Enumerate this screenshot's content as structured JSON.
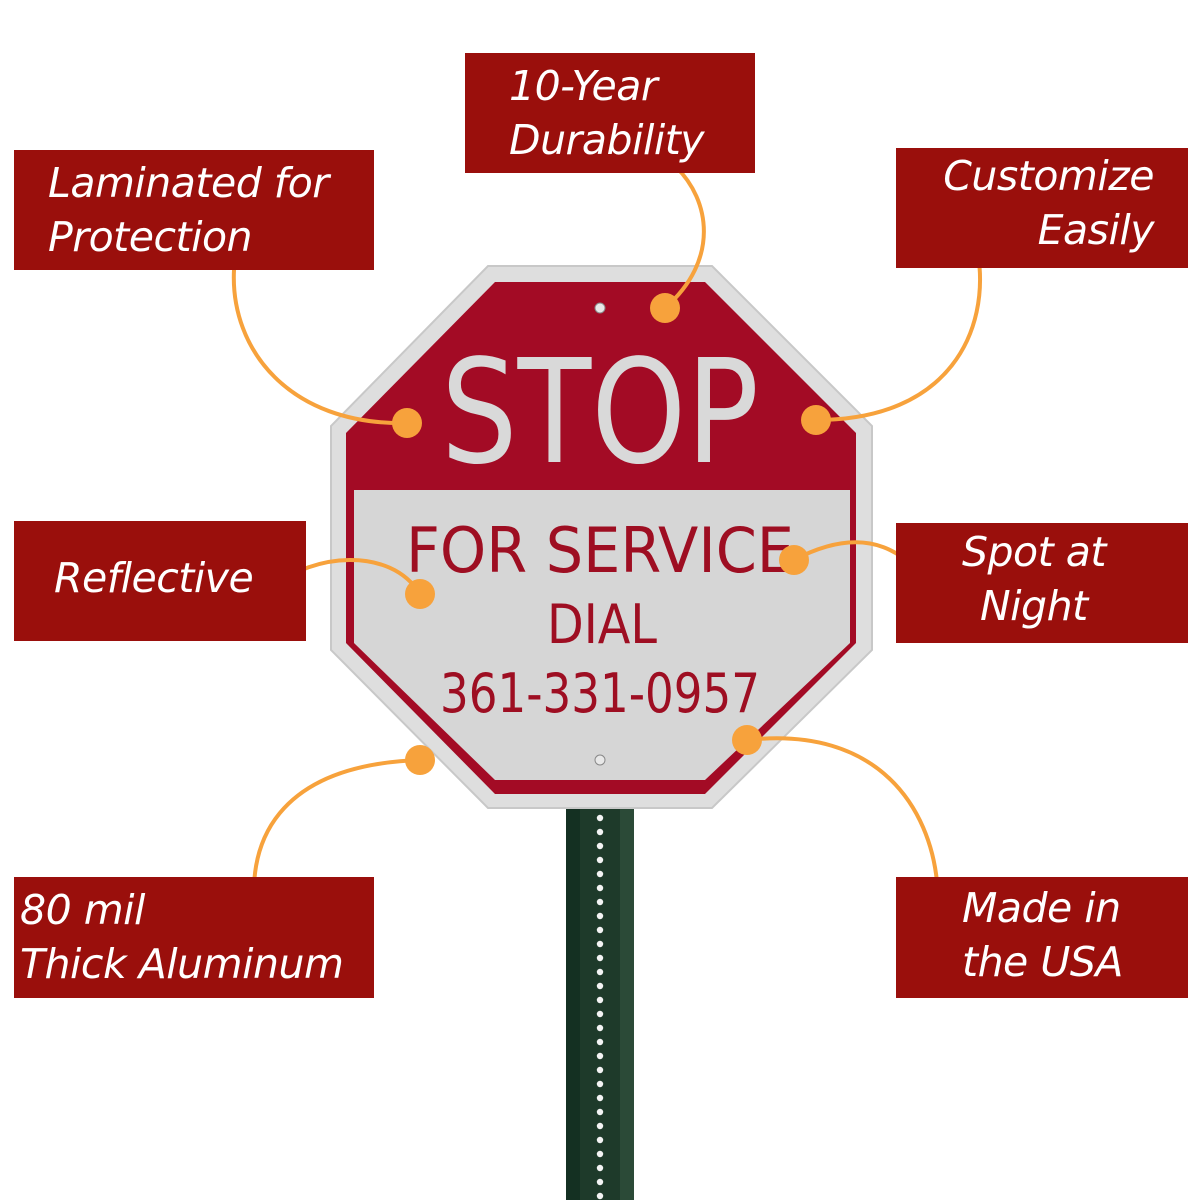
{
  "sign": {
    "title": "STOP",
    "line1": "FOR SERVICE",
    "line2": "DIAL",
    "phone": "361-331-0957"
  },
  "callouts": {
    "durability": [
      "10-Year",
      "Durability"
    ],
    "laminated": [
      "Laminated for",
      "Protection"
    ],
    "customize": [
      "Customize",
      "Easily"
    ],
    "reflective": [
      "Reflective"
    ],
    "spot": [
      "Spot at",
      "Night"
    ],
    "aluminum": [
      "80 mil",
      "Thick Aluminum"
    ],
    "usa": [
      "Made in",
      "the USA"
    ]
  },
  "colors": {
    "callout_bg": "#9a0f0c",
    "sign_red": "#a30b25",
    "sign_border": "#d9d9d9",
    "sign_panel": "#d4d4d4",
    "connector_orange": "#f7a23c",
    "post_green": "#1e3a2a"
  }
}
